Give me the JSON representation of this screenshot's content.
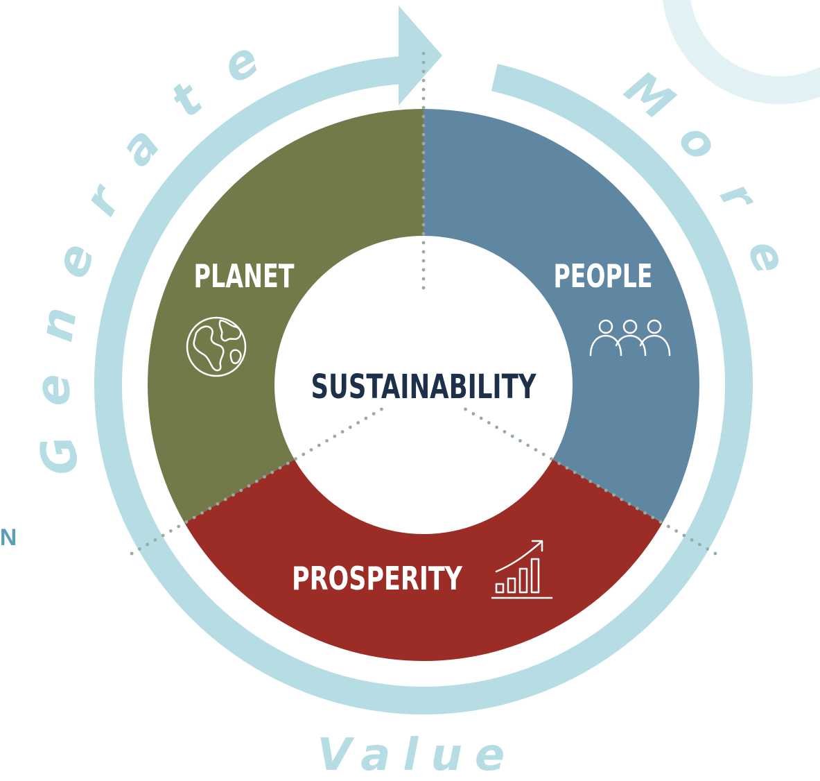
{
  "center": {
    "label": "SUSTAINABILITY"
  },
  "segments": [
    {
      "id": "planet",
      "label": "PLANET",
      "icon": "globe-icon",
      "color": "#737949"
    },
    {
      "id": "people",
      "label": "PEOPLE",
      "icon": "people-icon",
      "color": "#5f87a2"
    },
    {
      "id": "prosperity",
      "label": "PROSPERITY",
      "icon": "growth-chart-icon",
      "color": "#9b2c26"
    }
  ],
  "cycle": {
    "words": [
      "Generate",
      "More",
      "Value"
    ],
    "color": "#b6dde4"
  },
  "side_fragment": "N",
  "colors": {
    "ring": "#b6dde4",
    "ring_faded": "#e2f2f4",
    "center_text": "#1d3049",
    "dots": "#9aaba6",
    "side_text": "#5d9eb6"
  }
}
